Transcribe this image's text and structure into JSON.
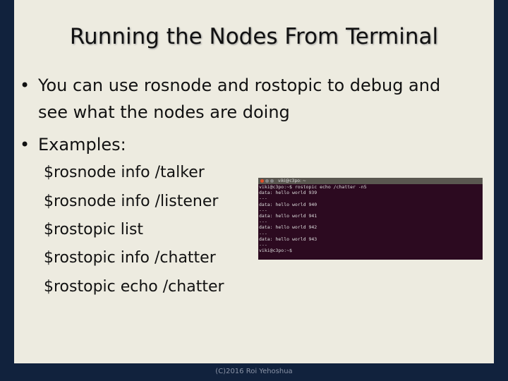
{
  "slide": {
    "title": "Running the Nodes From Terminal",
    "bullets": [
      "You can use rosnode and rostopic to debug and",
      "see what the nodes are doing",
      "Examples:"
    ],
    "commands": [
      "$rosnode info /talker",
      "$rosnode info /listener",
      "$rostopic list",
      "$rostopic info /chatter",
      "$rostopic echo /chatter"
    ],
    "footer": "(C)2016 Roi Yehoshua"
  },
  "terminal": {
    "window_title": "viki@c3po: ~",
    "lines": [
      "viki@c3po:~$ rostopic echo /chatter -n5",
      "data: hello world 939",
      "---",
      "data: hello world 940",
      "---",
      "data: hello world 941",
      "---",
      "data: hello world 942",
      "---",
      "data: hello world 943",
      "---",
      "viki@c3po:~$"
    ]
  },
  "colors": {
    "background": "#11223d",
    "panel": "#edebe0",
    "terminal": "#2c0a20"
  }
}
